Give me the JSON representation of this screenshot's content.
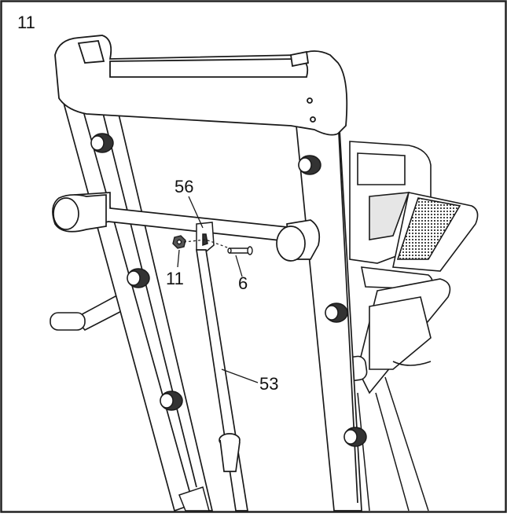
{
  "step": {
    "number": "11"
  },
  "callouts": {
    "upright_crossbar_part": "56",
    "nut_part": "11",
    "bolt_part": "6",
    "support_tube_part": "53"
  },
  "colors": {
    "line": "#1a1a1a",
    "fill": "#ffffff",
    "shade": "#d9d9d9",
    "dark": "#333333",
    "border": "#222222"
  }
}
